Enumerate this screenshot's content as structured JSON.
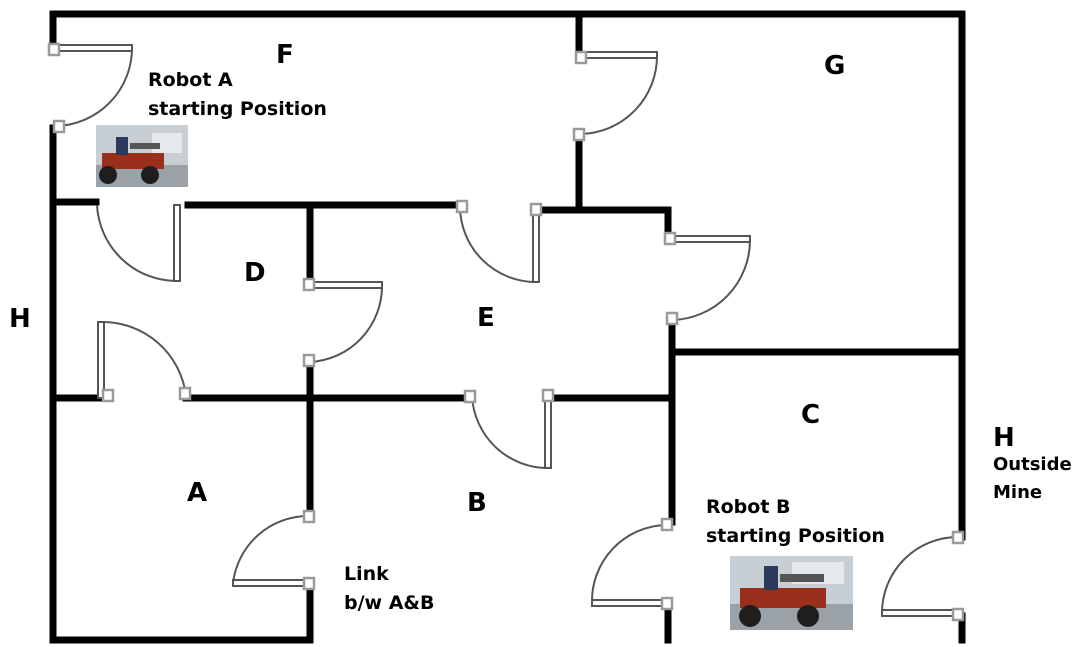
{
  "rooms": {
    "f": "F",
    "g": "G",
    "h_left": "H",
    "d": "D",
    "e": "E",
    "c": "C",
    "a": "A",
    "b": "B",
    "h_right": "H"
  },
  "notes": {
    "robot_a_line1": "Robot A",
    "robot_a_line2": "starting Position",
    "robot_b_line1": "Robot B",
    "robot_b_line2": "starting Position",
    "outside_line1": "Outside",
    "outside_line2": "Mine",
    "link_line1": "Link",
    "link_line2": "b/w A&B"
  },
  "colors": {
    "wall": "#000000",
    "door": "#555555",
    "hinge": "#9a9a9a",
    "robot_body": "#9a2f1c",
    "robot_wheel": "#1e1e1e",
    "robot_bg": "#c8cfd4"
  }
}
